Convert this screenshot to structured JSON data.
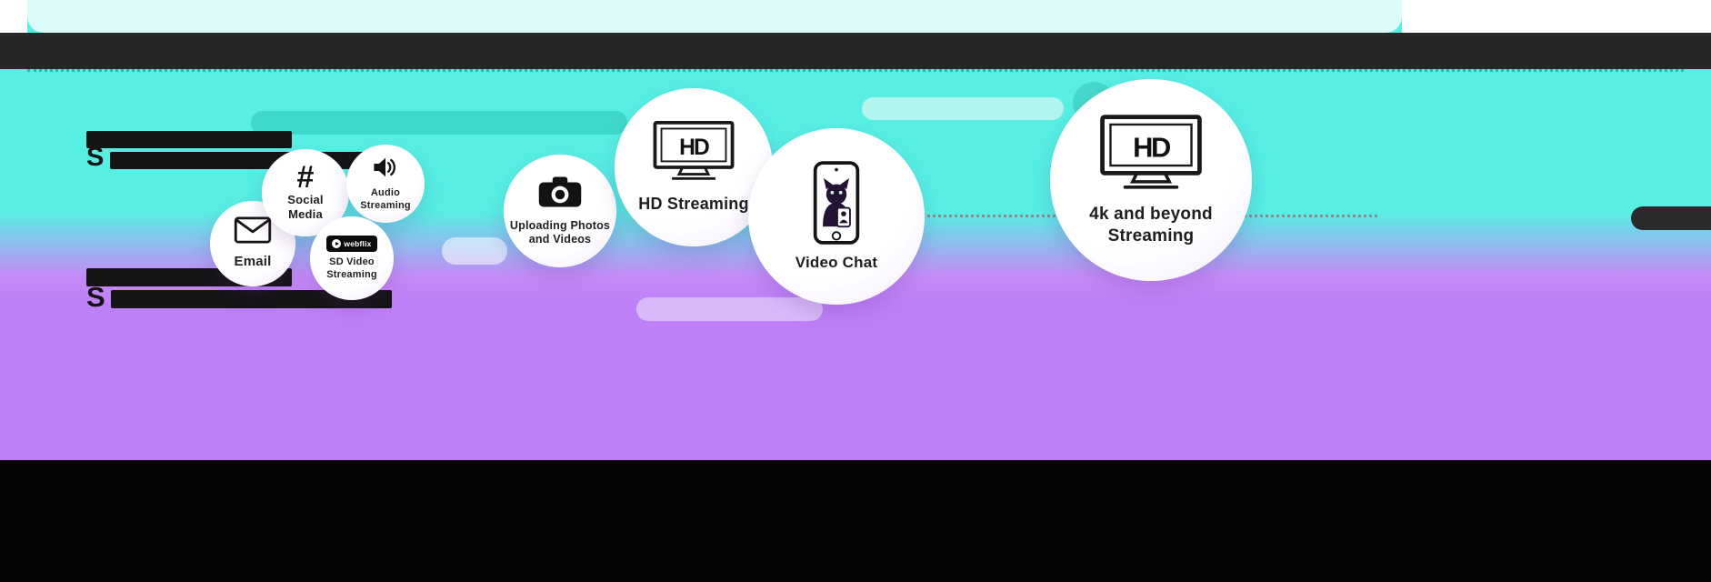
{
  "colors": {
    "cyan_background": "#57efe4",
    "purple_background": "#bf80f7",
    "pale_top_strip": "#dcfbfa",
    "dark_title_band": "#272727",
    "teal_pill": "#3fd9cc",
    "pale_cyan_pill": "#b2f5ee",
    "light_purple_pill": "#d9baf9",
    "bottom_band": "#050505",
    "ink": "#141414"
  },
  "redacted_headings": {
    "top_visible_text": "S",
    "bottom_visible_text": "S"
  },
  "bubbles": {
    "email": {
      "label": "Email"
    },
    "social": {
      "icon_glyph": "#",
      "label_line1": "Social",
      "label_line2": "Media"
    },
    "audio": {
      "label_line1": "Audio",
      "label_line2": "Streaming"
    },
    "sd_video": {
      "brand": "webflix",
      "label_line1": "SD Video",
      "label_line2": "Streaming"
    },
    "upload": {
      "label_line1": "Uploading Photos",
      "label_line2": "and Videos"
    },
    "hd": {
      "logo": "HD",
      "label": "HD Streaming"
    },
    "video_chat": {
      "label": "Video Chat"
    },
    "four_k": {
      "logo": "HD",
      "label_line1": "4k and beyond",
      "label_line2": "Streaming"
    }
  }
}
